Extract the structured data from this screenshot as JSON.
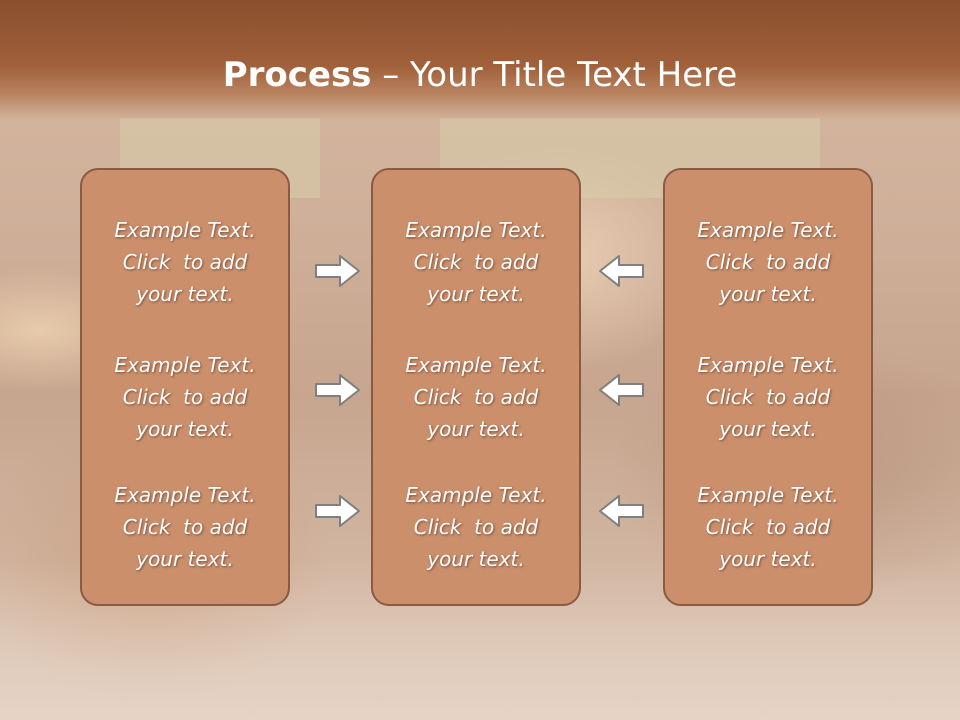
{
  "title": {
    "bold": "Process",
    "rest": " – Your Title Text Here"
  },
  "columns": [
    {
      "items": [
        {
          "line1": "Example Text.",
          "line2": "Click  to add",
          "line3": "your text."
        },
        {
          "line1": "Example Text.",
          "line2": "Click  to add",
          "line3": "your text."
        },
        {
          "line1": "Example Text.",
          "line2": "Click  to add",
          "line3": "your text."
        }
      ]
    },
    {
      "items": [
        {
          "line1": "Example Text.",
          "line2": "Click  to add",
          "line3": "your text."
        },
        {
          "line1": "Example Text.",
          "line2": "Click  to add",
          "line3": "your text."
        },
        {
          "line1": "Example Text.",
          "line2": "Click  to add",
          "line3": "your text."
        }
      ]
    },
    {
      "items": [
        {
          "line1": "Example Text.",
          "line2": "Click  to add",
          "line3": "your text."
        },
        {
          "line1": "Example Text.",
          "line2": "Click  to add",
          "line3": "your text."
        },
        {
          "line1": "Example Text.",
          "line2": "Click  to add",
          "line3": "your text."
        }
      ]
    }
  ],
  "arrows": {
    "left_group": "arrow-right-icon",
    "right_group": "arrow-left-icon"
  },
  "colors": {
    "title_bar": "#a0603a",
    "box_fill": "#cb8f6c",
    "box_border": "#8a5a42",
    "text": "#ffffff"
  }
}
